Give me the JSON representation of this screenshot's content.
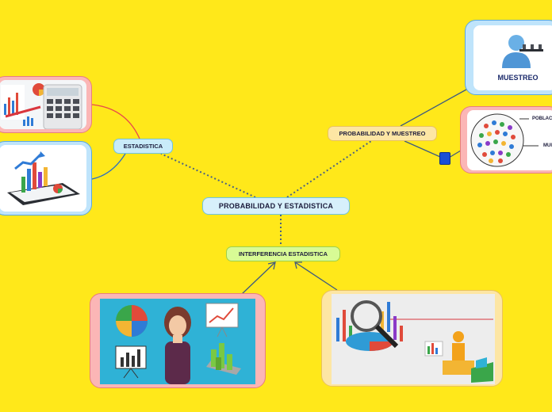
{
  "nodes": {
    "center": "PROBABILIDAD Y ESTADISTICA",
    "estadistica": "ESTADISTICA",
    "probabilidad": "PROBABILIDAD Y MUESTREO",
    "inferencia": "INTERFERENCIA ESTADISTICA"
  },
  "images": {
    "muestreo_label": "MUESTREO",
    "poblacion_label": "POBLAC",
    "muestra_label": "MUI"
  },
  "colors": {
    "background": "#ffe81a",
    "connector": "#3d5a80",
    "center_fill": "#d7f0fb",
    "estadistica_fill": "#c9ecf9",
    "probabilidad_fill": "#fde6a4",
    "inferencia_fill": "#d8fb95"
  }
}
